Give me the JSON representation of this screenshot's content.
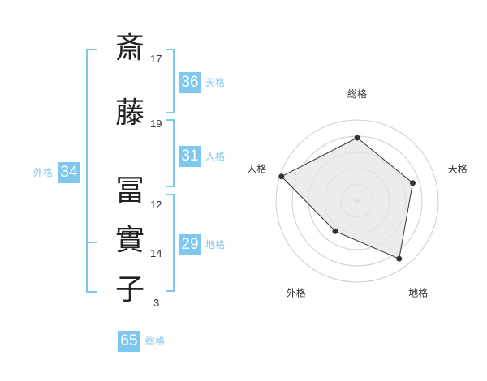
{
  "name": {
    "chars": [
      {
        "char": "斎",
        "strokes": "17"
      },
      {
        "char": "藤",
        "strokes": "19"
      },
      {
        "char": "冨",
        "strokes": "12"
      },
      {
        "char": "實",
        "strokes": "14"
      },
      {
        "char": "子",
        "strokes": "3"
      }
    ]
  },
  "fortune": {
    "tenkaku": {
      "value": "36",
      "label": "天格"
    },
    "jinkaku": {
      "value": "31",
      "label": "人格"
    },
    "chikaku": {
      "value": "29",
      "label": "地格"
    },
    "gaikaku": {
      "value": "34",
      "label": "外格"
    },
    "soukaku": {
      "value": "65",
      "label": "総格"
    }
  },
  "colors": {
    "accent": "#7ec8ef",
    "kanji": "#222222",
    "radar_fill": "#e6e6e6",
    "radar_ring": "#cccccc"
  },
  "radar": {
    "axes": [
      "総格",
      "天格",
      "地格",
      "外格",
      "人格"
    ],
    "levels": 5,
    "values": [
      3.9,
      3.6,
      4.4,
      2.3,
      4.9
    ],
    "max": 5
  }
}
